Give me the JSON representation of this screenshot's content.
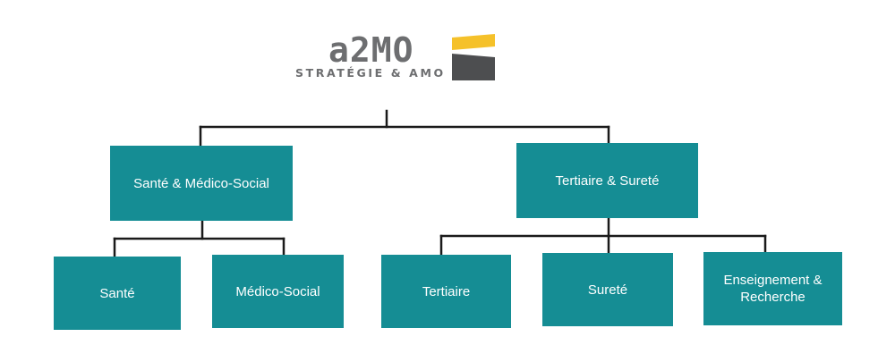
{
  "logo": {
    "wordmark": "a2MO",
    "tagline": "STRATÉGIE & AMO",
    "colors": {
      "grey": "#6d6e70",
      "yellow": "#f5c12a",
      "dark": "#4d4e50"
    }
  },
  "colors": {
    "box": "#158d94",
    "box_text": "#ffffff",
    "line": "#1a1a1a"
  },
  "nodes": {
    "sante_medico_social": "Santé & Médico-Social",
    "tertiaire_surete": "Tertiaire & Sureté",
    "sante": "Santé",
    "medico_social": "Médico-Social",
    "tertiaire": "Tertiaire",
    "surete": "Sureté",
    "enseignement_recherche": "Enseignement &\nRecherche"
  }
}
